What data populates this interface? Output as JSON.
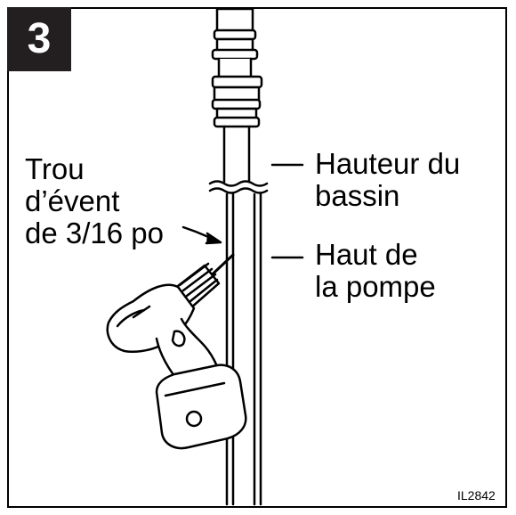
{
  "step": {
    "number": "3"
  },
  "labels": {
    "vent_hole": [
      "Trou",
      "d’évent",
      "de 3/16 po"
    ],
    "basin_height": [
      "Hauteur du",
      "bassin"
    ],
    "pump_top": [
      "Haut de",
      "la pompe"
    ]
  },
  "illustration_id": "IL2842",
  "colors": {
    "ink": "#000000",
    "badge_background": "#231f20",
    "badge_text": "#ffffff",
    "drill_body": "#ffffff"
  }
}
